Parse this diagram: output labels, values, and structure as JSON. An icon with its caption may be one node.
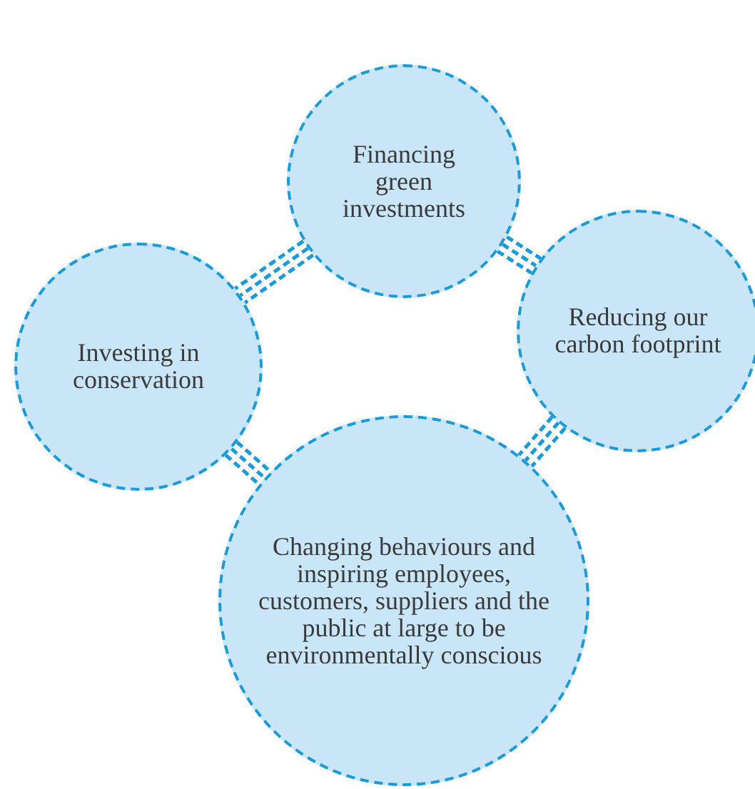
{
  "diagram": {
    "nodes": [
      {
        "text": [
          "Financing green investments"
        ]
      },
      {
        "text": [
          "Investing in conservation"
        ]
      },
      {
        "text": [
          "Reducing our carbon footprint"
        ]
      },
      {
        "text": [
          "Changing behaviours and inspiring employees, customers, suppliers and the public at large to be environmentally conscious"
        ]
      }
    ],
    "edges": [
      {
        "from": 0,
        "to": 1,
        "arrow": "none"
      },
      {
        "from": 0,
        "to": 2,
        "arrow": "none"
      },
      {
        "from": 1,
        "to": 3,
        "arrow": "none"
      },
      {
        "from": 2,
        "to": 3,
        "arrow": "none"
      }
    ]
  }
}
